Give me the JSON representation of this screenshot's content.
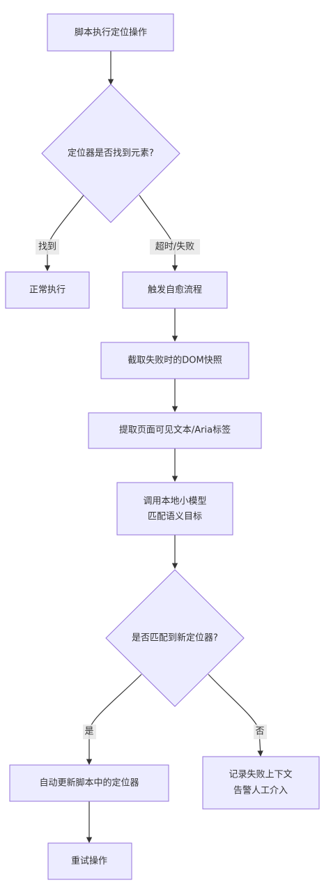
{
  "colors": {
    "node_fill": "#ECECFF",
    "node_stroke": "#9370DB",
    "edge": "#333333",
    "text": "#333333",
    "label_bg": "#e8e8e8"
  },
  "nodes": {
    "start": "脚本执行定位操作",
    "check_element": "定位器是否找到元素?",
    "normal_exec": "正常执行",
    "trigger_heal": "触发自愈流程",
    "capture_dom": "截取失败时的DOM快照",
    "extract_text": "提取页面可见文本/Aria标签",
    "call_model": [
      "调用本地小模型",
      "匹配语义目标"
    ],
    "check_match": "是否匹配到新定位器?",
    "update_script": "自动更新脚本中的定位器",
    "log_alert": [
      "记录失败上下文",
      "告警人工介入"
    ],
    "retry": "重试操作"
  },
  "edge_labels": {
    "found": "找到",
    "timeout_fail": "超时/失败",
    "yes": "是",
    "no": "否"
  }
}
